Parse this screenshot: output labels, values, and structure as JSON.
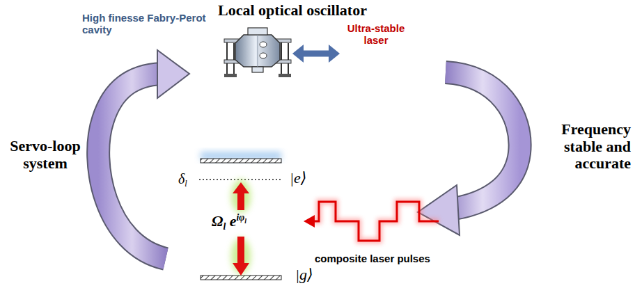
{
  "diagram": {
    "title": "Local optical oscillator",
    "labels": [
      "High finesse Fabry-Perot cavity",
      "Ultra-stable laser",
      "Servo-loop system",
      "Frequency stable and accurate",
      "δl",
      "|e⟩",
      "Ωl eiφl",
      "|g⟩",
      "composite laser pulses"
    ]
  }
}
